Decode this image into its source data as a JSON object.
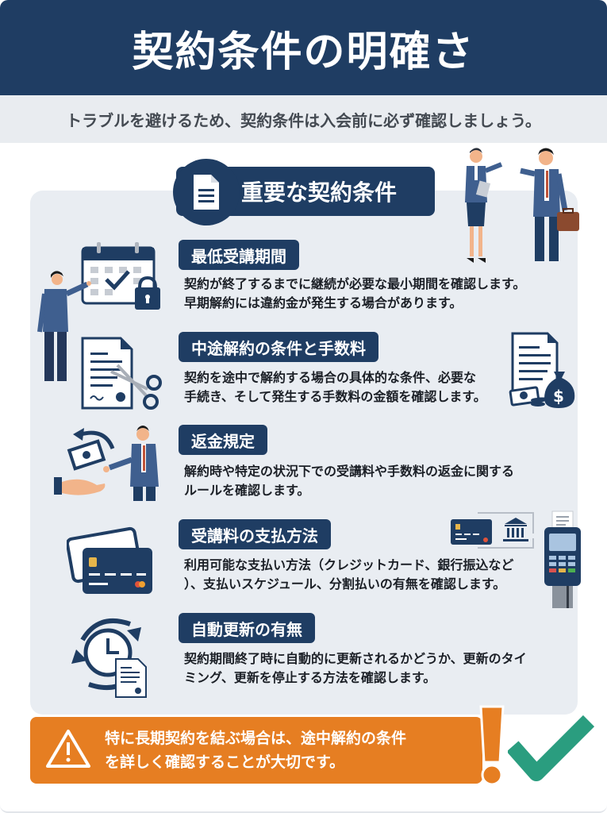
{
  "header": {
    "title": "契約条件の明確さ",
    "subtitle": "トラブルを避けるため、契約条件は入会前に必ず確認しましょう。"
  },
  "main_section": {
    "title": "重要な契約条件",
    "icon": "document-icon"
  },
  "sections": [
    {
      "label": "最低受講期間",
      "text": "契約が終了するまでに継続が必要な最小期間を確認します。\n早期解約には違約金が発生する場合があります。",
      "icon": "calendar-lock-icon"
    },
    {
      "label": "中途解約の条件と手数料",
      "text": "契約を途中で解約する場合の具体的な条件、必要な\n手続き、そして発生する手数料の金額を確認します。",
      "icon": "contract-scissors-icon"
    },
    {
      "label": "返金規定",
      "text": "解約時や特定の状況下での受講料や手数料の返金に関する\nルールを確認します。",
      "icon": "refund-icon"
    },
    {
      "label": "受講料の支払方法",
      "text": "利用可能な支払い方法（クレジットカード、銀行振込など\n）、支払いスケジュール、分割払いの有無を確認します。",
      "icon": "credit-card-icon"
    },
    {
      "label": "自動更新の有無",
      "text": "契約期間終了時に自動的に更新されるかどうか、更新のタイ\nミング、更新を停止する方法を確認します。",
      "icon": "auto-renew-icon"
    }
  ],
  "warning": {
    "text": "特に長期契約を結ぶ場合は、途中解約の条件\nを詳しく確認することが大切です。",
    "icon": "warning-triangle-icon"
  },
  "colors": {
    "navy": "#1f3d63",
    "orange": "#e67e22",
    "green": "#2a9d7f",
    "panel": "#e9edf2"
  }
}
